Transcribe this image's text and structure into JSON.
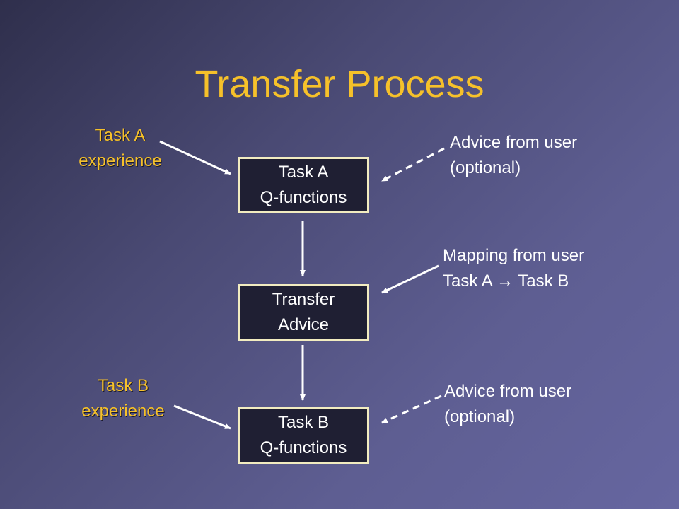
{
  "title": "Transfer Process",
  "boxes": {
    "task_a": {
      "line1": "Task A",
      "line2": "Q-functions"
    },
    "transfer": {
      "line1": "Transfer",
      "line2": "Advice"
    },
    "task_b": {
      "line1": "Task B",
      "line2": "Q-functions"
    }
  },
  "left_labels": {
    "task_a_experience": {
      "line1": "Task A",
      "line2": "experience"
    },
    "task_b_experience": {
      "line1": "Task B",
      "line2": "experience"
    }
  },
  "right_labels": {
    "advice_top": {
      "line1": "Advice from user",
      "line2": "(optional)"
    },
    "mapping": {
      "line1": "Mapping from user",
      "line2": "Task A → Task B"
    },
    "advice_bottom": {
      "line1": "Advice from user",
      "line2": "(optional)"
    }
  },
  "colors": {
    "title": "#f6c12a",
    "box_border": "#f2ecc0",
    "box_fill": "#1f1f33",
    "text": "#ffffff"
  }
}
